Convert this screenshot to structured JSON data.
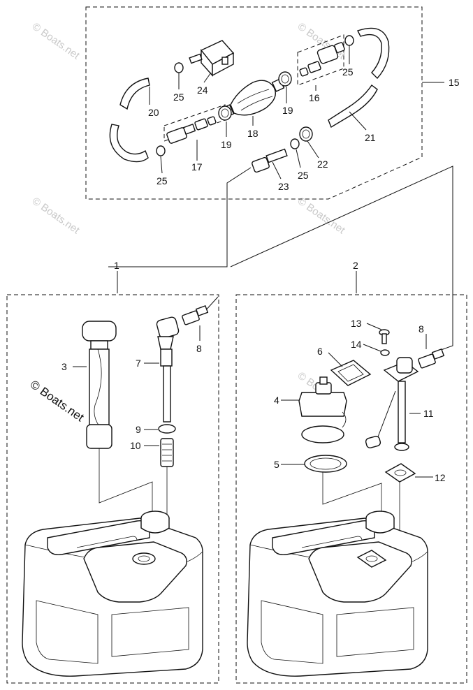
{
  "callouts": {
    "c1": "1",
    "c2": "2",
    "c3": "3",
    "c4": "4",
    "c5": "5",
    "c6": "6",
    "c7": "7",
    "c8a": "8",
    "c8b": "8",
    "c9": "9",
    "c10": "10",
    "c11": "11",
    "c12": "12",
    "c13": "13",
    "c14": "14",
    "c15": "15",
    "c16": "16",
    "c17": "17",
    "c18": "18",
    "c19a": "19",
    "c19b": "19",
    "c20": "20",
    "c21": "21",
    "c22": "22",
    "c23": "23",
    "c24": "24",
    "c25a": "25",
    "c25b": "25",
    "c25c": "25",
    "c25d": "25"
  },
  "watermarks": {
    "text": "© Boats.net",
    "prominent": "© Boats.net"
  },
  "colors": {
    "ink": "#111111",
    "watermark": "#c9c9c9",
    "background": "#ffffff"
  }
}
